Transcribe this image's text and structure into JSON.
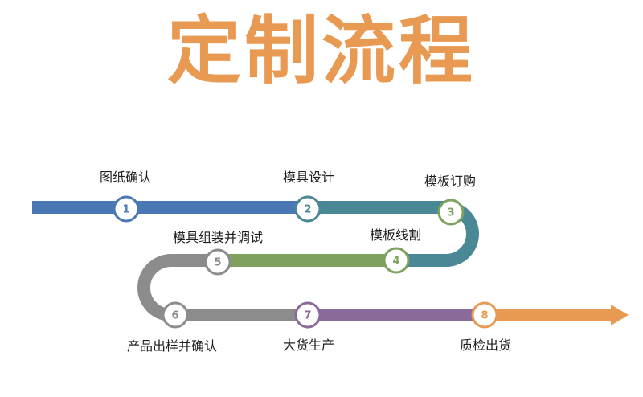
{
  "title": "定制流程",
  "colors": {
    "title": "#e99a52",
    "blue": "#4a78b4",
    "teal": "#4a8896",
    "green": "#7ea25e",
    "gray": "#8c8c8c",
    "purple": "#8a6a98",
    "orange": "#e99a52"
  },
  "steps": [
    {
      "num": "1",
      "label": "图纸确认",
      "color": "#4a78b4"
    },
    {
      "num": "2",
      "label": "模具设计",
      "color": "#4a8896"
    },
    {
      "num": "3",
      "label": "模板订购",
      "color": "#7ea25e"
    },
    {
      "num": "4",
      "label": "模板线割",
      "color": "#7ea25e"
    },
    {
      "num": "5",
      "label": "模具组装并调试",
      "color": "#8c8c8c"
    },
    {
      "num": "6",
      "label": "产品出样并确认",
      "color": "#8c8c8c"
    },
    {
      "num": "7",
      "label": "大货生产",
      "color": "#8a6a98"
    },
    {
      "num": "8",
      "label": "质检出货",
      "color": "#e99a52"
    }
  ]
}
